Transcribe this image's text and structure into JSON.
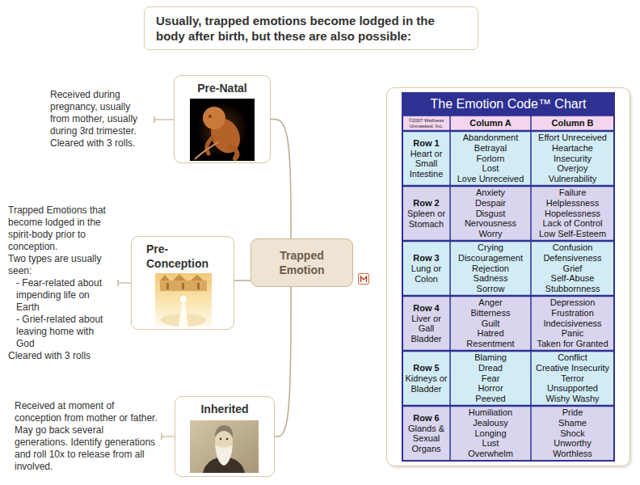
{
  "diagram": {
    "nodes": [
      {
        "text": [
          "Usually, trapped emotions become lodged in the body after birth, but these are also possible:"
        ]
      },
      {
        "text": [
          "Pre-Natal"
        ]
      },
      {
        "text": [
          "The Emotion Code™ Chart"
        ]
      },
      {
        "text": [
          "Pre-Conception"
        ]
      },
      {
        "text": [
          "Trapped Emotion"
        ]
      },
      {
        "text": [
          "Inherited"
        ]
      }
    ],
    "edges": [
      {
        "from": 4,
        "to": 1,
        "arrow": "none"
      },
      {
        "from": 4,
        "to": 3,
        "arrow": "none"
      },
      {
        "from": 4,
        "to": 5,
        "arrow": "none"
      }
    ],
    "labels": [
      "Received during pregnancy, usually from mother, usually during 3rd trimester. Cleared with 3 rolls.",
      "Trapped Emotions that become lodged in the spirit-body prior to conception.",
      "Two types are usually seen:",
      "- Fear-related about impending life on Earth",
      "- Grief-related about leaving home with God",
      "Cleared with 3 rolls",
      "Received at moment of conception from mother or father. May go back several generations. Identify generations and roll 10x to release from all involved.",
      "©2007 Wellness Unmasked, Inc.",
      "Column A",
      "Column B",
      "Row 1",
      "Heart or Small Intestine",
      "Abandonment",
      "Betrayal",
      "Forlorn",
      "Lost",
      "Love Unreceived",
      "Effort Unreceived",
      "Heartache",
      "Insecurity",
      "Overjoy",
      "Vulnerability",
      "Row 2",
      "Spleen or Stomach",
      "Anxiety",
      "Despair",
      "Disgust",
      "Nervousness",
      "Worry",
      "Failure",
      "Helplessness",
      "Hopelessness",
      "Lack of Control",
      "Low Self-Esteem",
      "Row 3",
      "Lung or Colon",
      "Crying",
      "Discouragement",
      "Rejection",
      "Sadness",
      "Sorrow",
      "Confusion",
      "Defensiveness",
      "Grief",
      "Self-Abuse",
      "Stubbornness",
      "Row 4",
      "Liver or Gall Bladder",
      "Anger",
      "Bitterness",
      "Guilt",
      "Hatred",
      "Resentment",
      "Depression",
      "Frustration",
      "Indecisiveness",
      "Panic",
      "Taken for Granted",
      "Row 5",
      "Kidneys or Bladder",
      "Blaming",
      "Dread",
      "Fear",
      "Horror",
      "Peeved",
      "Conflict",
      "Creative Insecurity",
      "Terror",
      "Unsupported",
      "Wishy Washy",
      "Row 6",
      "Glands & Sexual Organs",
      "Humiliation",
      "Jealousy",
      "Longing",
      "Lust",
      "Overwhelm",
      "Pride",
      "Shame",
      "Shock",
      "Unworthy",
      "Worthless"
    ]
  }
}
